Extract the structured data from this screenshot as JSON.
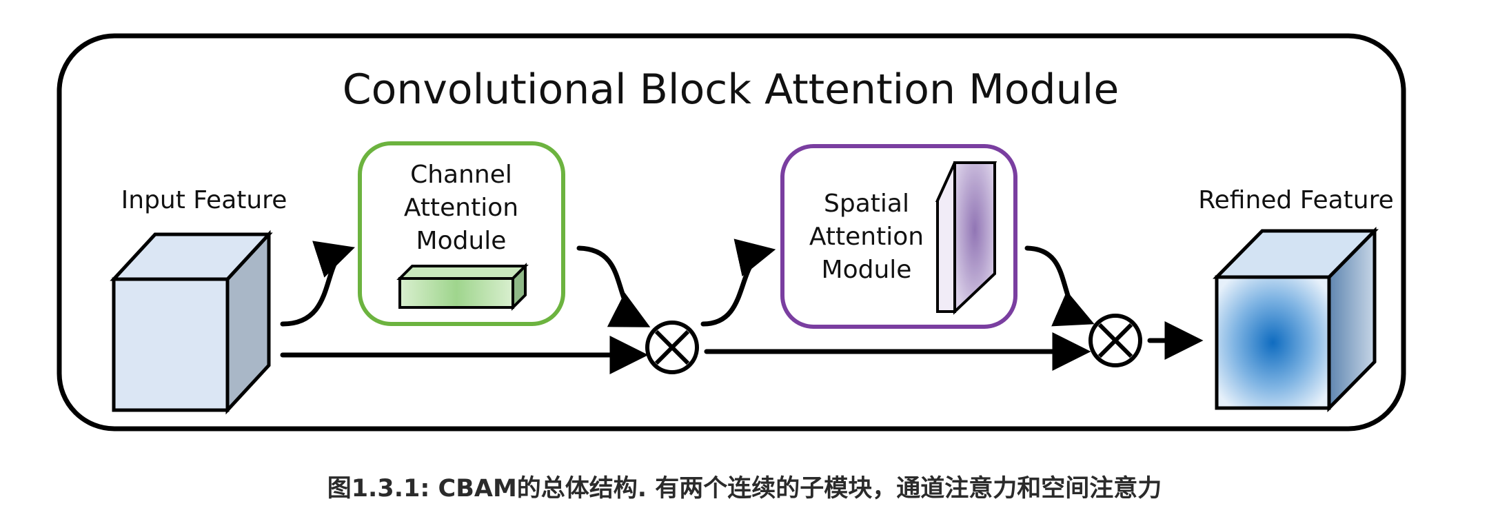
{
  "diagram": {
    "title": "Convolutional Block Attention Module",
    "input_label": "Input Feature",
    "channel_module": {
      "line1": "Channel",
      "line2": "Attention",
      "line3": "Module"
    },
    "spatial_module": {
      "line1": "Spatial",
      "line2": "Attention",
      "line3": "Module"
    },
    "output_label": "Refined Feature",
    "colors": {
      "channel_border": "#6cb33f",
      "spatial_border": "#7a3ea0",
      "cube_front": "#dbe6f4",
      "cube_side": "#a9b7c7",
      "refined_center": "#0f6cc0"
    }
  },
  "caption": "图1.3.1: CBAM的总体结构. 有两个连续的子模块，通道注意力和空间注意力"
}
